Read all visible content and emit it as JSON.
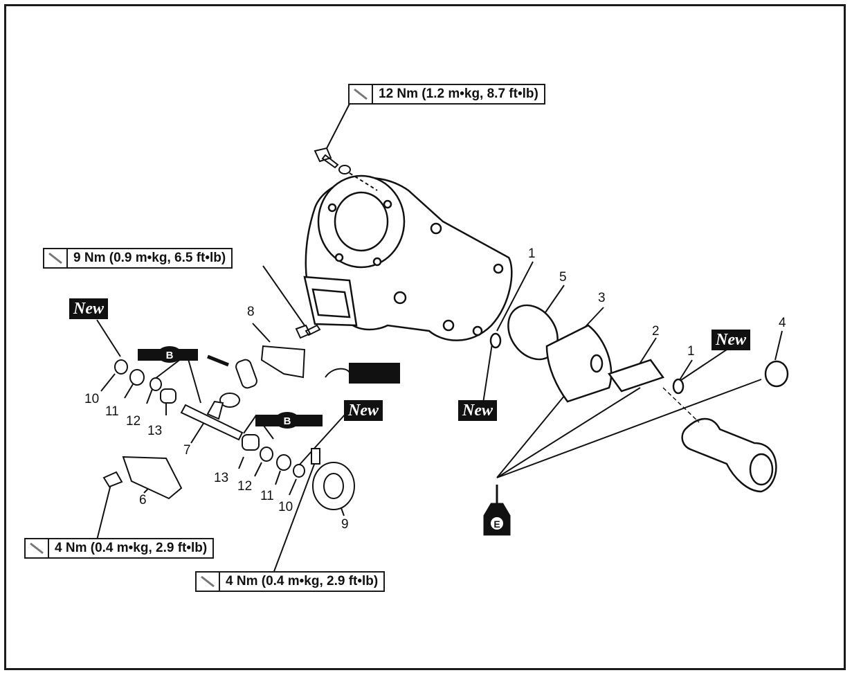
{
  "torque_specs": {
    "cylinder_bolt": "12 Nm (1.2 m•kg, 8.7 ft•lb)",
    "housing_bolt": "9 Nm (0.9 m•kg, 6.5 ft•lb)",
    "bracket_bolt": "4 Nm (0.4 m•kg, 2.9 ft•lb)",
    "pulley_bolt": "4 Nm (0.4 m•kg, 2.9 ft•lb)"
  },
  "new_label": "New",
  "grease_symbol": "B",
  "oil_symbol": "E",
  "part_numbers": {
    "p1a": "1",
    "p1b": "1",
    "p2": "2",
    "p3": "3",
    "p4": "4",
    "p5": "5",
    "p6": "6",
    "p7": "7",
    "p8": "8",
    "p9": "9",
    "p10a": "10",
    "p10b": "10",
    "p11a": "11",
    "p11b": "11",
    "p12a": "12",
    "p12b": "12",
    "p13a": "13",
    "p13b": "13"
  },
  "colors": {
    "ink": "#111111",
    "tag_bg": "#111111",
    "tag_text": "#ffffff",
    "page": "#ffffff"
  }
}
